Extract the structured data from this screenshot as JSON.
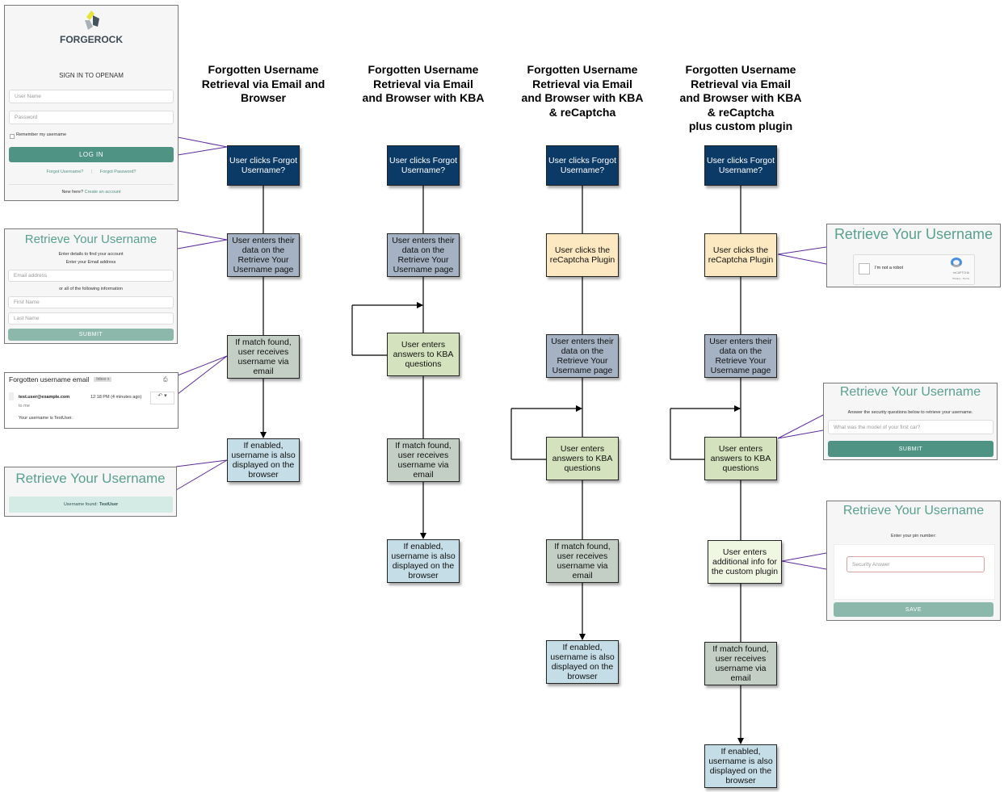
{
  "colors": {
    "navy": "#0c3a67",
    "gray": "#a4b2c3",
    "sage": "#c3cfc5",
    "blue": "#c5dde6",
    "yellow": "#fde9c1",
    "green": "#d4e2bd",
    "pale": "#eff7e3",
    "accent": "#4f9384",
    "connector": "#5b2a9a"
  },
  "columns": [
    {
      "title": "Forgotten Username\nRetrieval via Email and\nBrowser",
      "steps": [
        {
          "text": "User clicks Forgot Username?",
          "kind": "navy"
        },
        {
          "text": "User enters their data on the Retrieve Your Username page",
          "kind": "gray"
        },
        {
          "text": "If match found, user receives username via email",
          "kind": "sage"
        },
        {
          "text": "If enabled, username is also displayed on the browser",
          "kind": "blue"
        }
      ]
    },
    {
      "title": "Forgotten Username\nRetrieval via Email\nand  Browser with KBA",
      "steps": [
        {
          "text": "User clicks Forgot Username?",
          "kind": "navy"
        },
        {
          "text": "User enters their data on the Retrieve Your Username page",
          "kind": "gray"
        },
        {
          "text": "User enters answers to KBA questions",
          "kind": "green"
        },
        {
          "text": "If match found, user receives username via email",
          "kind": "sage"
        },
        {
          "text": "If enabled, username is also displayed on the browser",
          "kind": "blue"
        }
      ]
    },
    {
      "title": "Forgotten Username\nRetrieval via Email\nand  Browser with KBA\n& reCaptcha",
      "steps": [
        {
          "text": "User clicks Forgot Username?",
          "kind": "navy"
        },
        {
          "text": "User clicks the reCaptcha Plugin",
          "kind": "yellow"
        },
        {
          "text": "User enters their data on the Retrieve Your Username page",
          "kind": "gray"
        },
        {
          "text": "User enters answers to KBA questions",
          "kind": "green"
        },
        {
          "text": "If match found, user receives username via email",
          "kind": "sage"
        },
        {
          "text": "If enabled, username is also displayed on the browser",
          "kind": "blue"
        }
      ]
    },
    {
      "title": "Forgotten Username\nRetrieval via Email\nand  Browser with KBA\n& reCaptcha\nplus custom plugin",
      "steps": [
        {
          "text": "User clicks Forgot Username?",
          "kind": "navy"
        },
        {
          "text": "User clicks the reCaptcha Plugin",
          "kind": "yellow"
        },
        {
          "text": "User enters their data on the Retrieve Your Username page",
          "kind": "gray"
        },
        {
          "text": "User enters answers to KBA questions",
          "kind": "green"
        },
        {
          "text": "User enters additional info for the custom plugin",
          "kind": "pale"
        },
        {
          "text": "If match found, user receives username via email",
          "kind": "sage"
        },
        {
          "text": "If enabled, username is also displayed on the browser",
          "kind": "blue"
        }
      ]
    }
  ],
  "login": {
    "logo": "FORGEROCK",
    "heading": "SIGN IN TO OPENAM",
    "username_placeholder": "User Name",
    "password_placeholder": "Password",
    "remember": "Remember my username",
    "login_button": "LOG IN",
    "forgot_username": "Forgot Username?",
    "separator": "|",
    "forgot_password": "Forgot Password?",
    "new_here": "New here?",
    "create_account": "Create an account"
  },
  "retrieve_form": {
    "title": "Retrieve Your Username",
    "intro": "Enter details to find your account",
    "email_label": "Enter your Email address",
    "email_placeholder": "Email address",
    "or_label": "or all of the following information",
    "first_placeholder": "First Name",
    "last_placeholder": "Last Name",
    "submit": "SUBMIT"
  },
  "email": {
    "subject": "Forgotten username email",
    "label": "Inbox x",
    "sender": "test.user@example.com",
    "time": "12:18 PM (4 minutes ago)",
    "to": "to me",
    "body": "Your username is TestUser."
  },
  "found": {
    "title": "Retrieve Your Username",
    "message": "Username found:",
    "username": "TestUser"
  },
  "captcha": {
    "title": "Retrieve Your Username",
    "checkbox": "I'm not a robot",
    "brand": "reCAPTCHA",
    "links": "Privacy - Terms"
  },
  "kba": {
    "title": "Retrieve Your Username",
    "intro": "Answer the security questions below to retrieve your username.",
    "placeholder": "What was the model of your first car?",
    "submit": "SUBMIT"
  },
  "pin": {
    "title": "Retrieve Your Username",
    "label": "Enter your pin number:",
    "placeholder": "Security Answer",
    "save": "SAVE"
  }
}
